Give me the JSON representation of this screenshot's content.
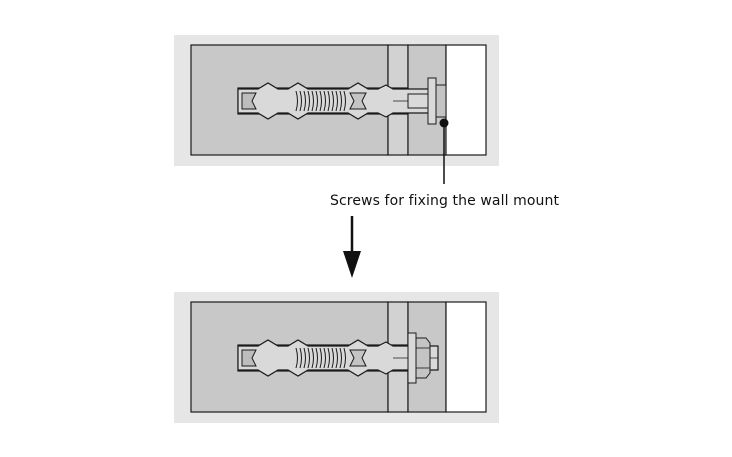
{
  "callout": {
    "label": "Screws for fixing the wall mount"
  },
  "colors": {
    "frame": "#e6e6e6",
    "wall": "#c8c8c8",
    "plate": "#d2d2d2",
    "outline": "#1a1a1a",
    "open_area": "#ffffff"
  },
  "steps": [
    {
      "state": "screw-loose"
    },
    {
      "state": "screw-tightened"
    }
  ]
}
